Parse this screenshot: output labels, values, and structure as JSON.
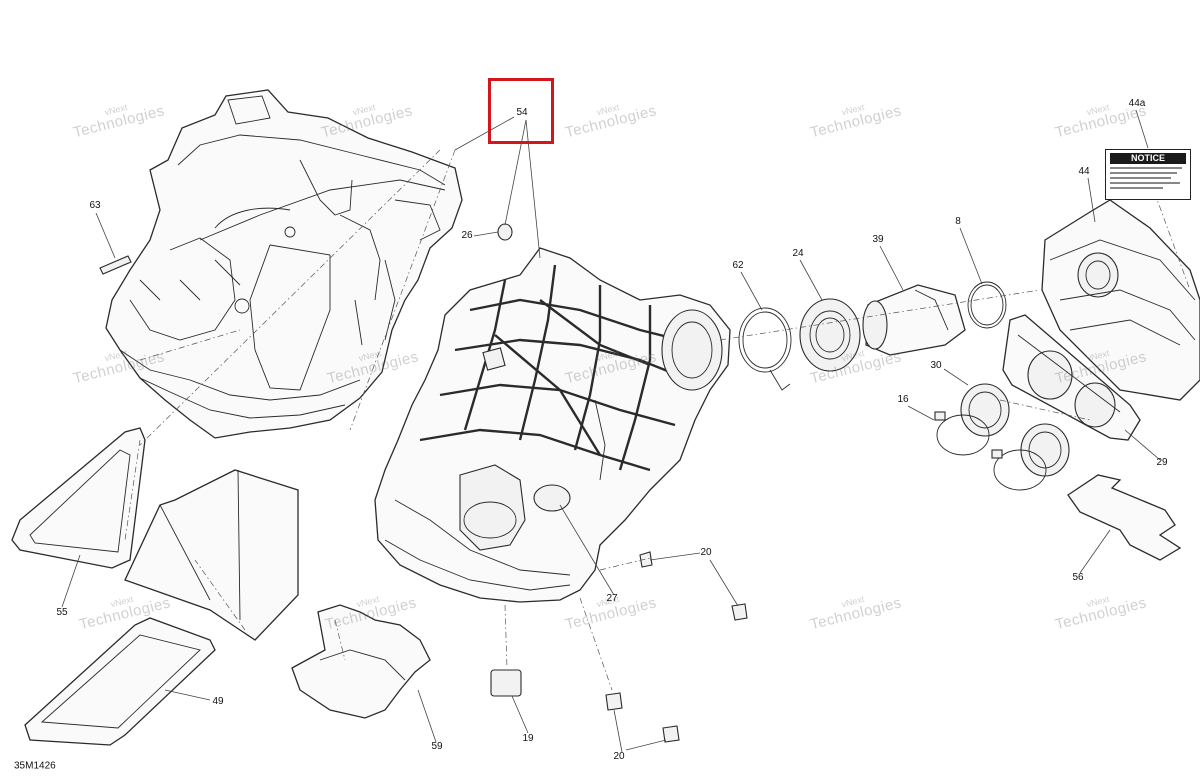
{
  "diagram": {
    "reference_code": "35M1426",
    "highlighted_callout": "54",
    "highlight_color": "#d2161d",
    "notice_label_title": "NOTICE",
    "watermark": {
      "line1": "vNext",
      "line2": "Technologies"
    },
    "callouts": {
      "c54": "54",
      "c63": "63",
      "c26": "26",
      "c62": "62",
      "c24": "24",
      "c39": "39",
      "c8": "8",
      "c44a": "44a",
      "c44": "44",
      "c30": "30",
      "c16": "16",
      "c29": "29",
      "c20a": "20",
      "c20b": "20",
      "c56": "56",
      "c55": "55",
      "c49": "49",
      "c59": "59",
      "c19": "19",
      "c27": "27"
    }
  }
}
